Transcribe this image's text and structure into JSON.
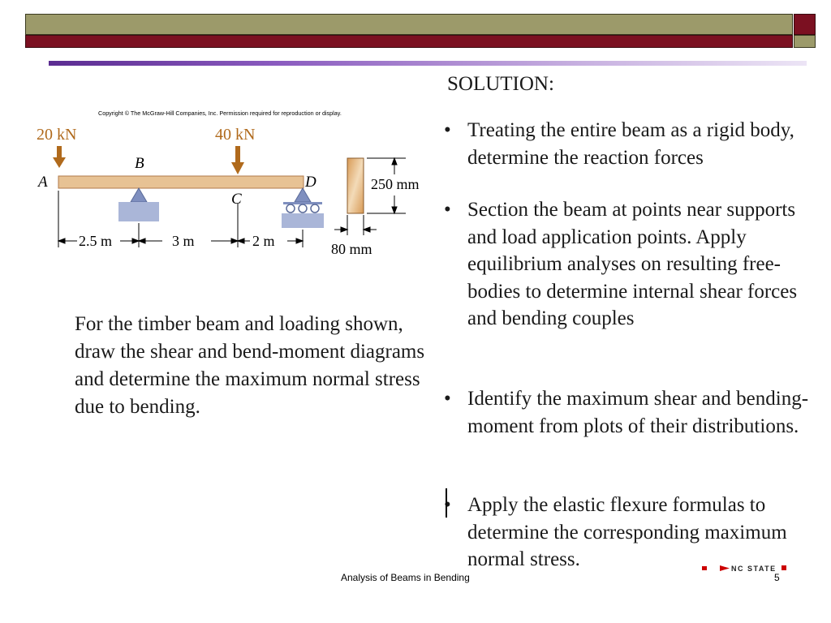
{
  "slide": {
    "copyright": "Copyright © The McGraw-Hill Companies, Inc. Permission required for reproduction or display.",
    "figure": {
      "load_a": "20 kN",
      "load_c": "40 kN",
      "point_a": "A",
      "point_b": "B",
      "point_c": "C",
      "point_d": "D",
      "dim_ab": "2.5 m",
      "dim_bc": "3 m",
      "dim_cd": "2 m",
      "section_height": "250 mm",
      "section_width": "80 mm"
    },
    "problem": "For the timber beam and loading shown, draw the shear and bend-moment diagrams and determine the maximum normal stress due to bending.",
    "solution_title": "SOLUTION:",
    "bullets": [
      "Treating the entire beam as a rigid body, determine the reaction forces",
      "Section the beam at points near supports and load application points. Apply equilibrium analyses on resulting free-bodies to determine internal shear forces and bending couples",
      "Identify the maximum shear and bending-moment from plots of  their distributions.",
      "Apply the elastic flexure formulas to determine the corresponding maximum normal stress."
    ],
    "bullet_char": "•",
    "footer": "Analysis of Beams in Bending",
    "page_number": "5",
    "logo_text": "NC STATE"
  },
  "colors": {
    "header_olive": "#9c9a6a",
    "header_maroon": "#7b1021",
    "accent_purple": "#5b2c91",
    "beam": "#e7c294",
    "arrow": "#b06a1c",
    "support": "#7f8fbf"
  }
}
